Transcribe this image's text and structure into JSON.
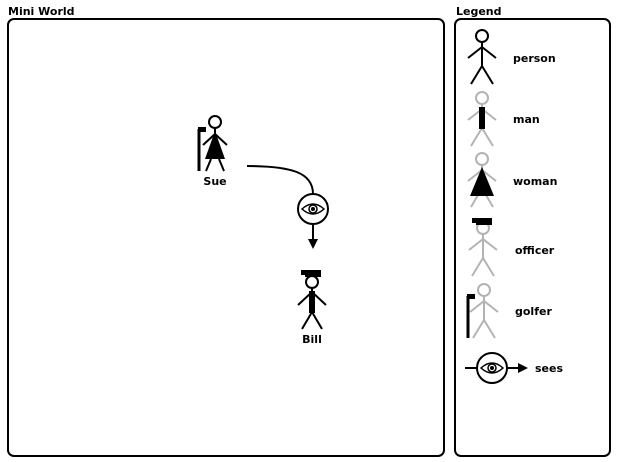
{
  "world": {
    "title": "Mini World",
    "entities": [
      {
        "id": "sue",
        "label": "Sue",
        "kind": "woman golfer"
      },
      {
        "id": "bill",
        "label": "Bill",
        "kind": "man officer"
      }
    ],
    "relations": [
      {
        "from": "Sue",
        "relation": "sees",
        "to": "Bill"
      }
    ]
  },
  "legend": {
    "title": "Legend",
    "items": [
      {
        "label": "person",
        "icon": "person-icon"
      },
      {
        "label": "man",
        "icon": "man-icon"
      },
      {
        "label": "woman",
        "icon": "woman-icon"
      },
      {
        "label": "officer",
        "icon": "officer-icon"
      },
      {
        "label": "golfer",
        "icon": "golfer-icon"
      },
      {
        "label": "sees",
        "icon": "sees-icon"
      }
    ]
  },
  "colors": {
    "ink": "#000000",
    "legend_gray": "#b3b3b3",
    "background": "#ffffff"
  }
}
